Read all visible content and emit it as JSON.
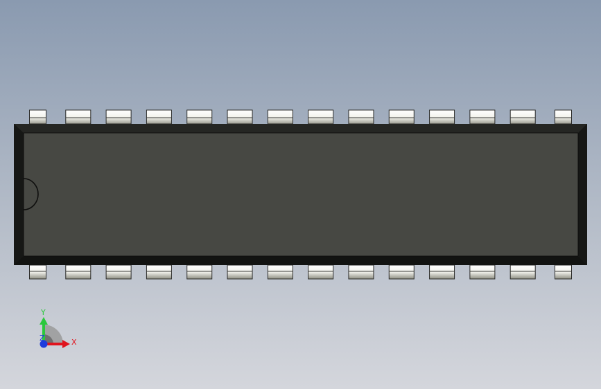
{
  "viewport": {
    "background_top": "#8a9ab0",
    "background_bottom": "#d4d6dc"
  },
  "component": {
    "type": "dip-ic-package",
    "pin_count_per_side": 14,
    "body_color": "#474843",
    "bezel_color": "#1b1c1a",
    "pin_face_color": "#f4f4f0",
    "pin_shadow_color": "#8a8a80",
    "notch_visible": true
  },
  "triad": {
    "x_label": "X",
    "y_label": "Y",
    "z_label": "Z",
    "x_color": "#e0141e",
    "y_color": "#2ac83c",
    "z_color": "#1e3cdc"
  }
}
